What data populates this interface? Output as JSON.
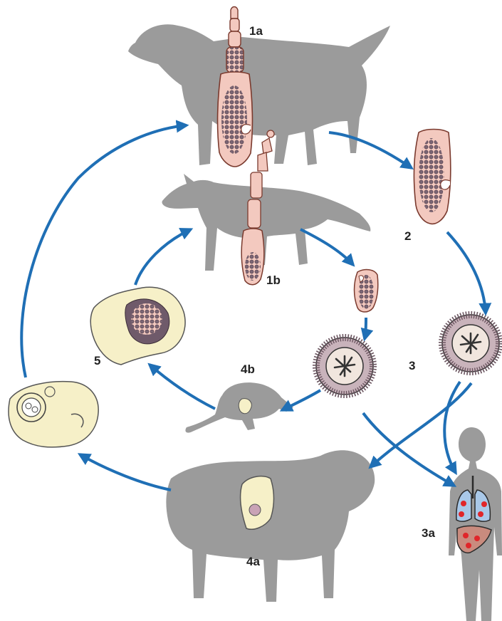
{
  "labels": {
    "dog_worm": "1a",
    "fox_worm": "1b",
    "proglottid": "2",
    "egg": "3",
    "human": "3a",
    "sheep": "4a",
    "rodent": "4b",
    "cyst": "5"
  },
  "colors": {
    "arrow": "#1f6fb5",
    "silhouette": "#9b9b9b",
    "worm_fill": "#f3c9bf",
    "worm_outline": "#7a3a2e",
    "egg_dot": "#6f5a6a",
    "organ_fill": "#f6f0c8",
    "lesion": "#e0262a",
    "lung_fill": "#a9c8e8",
    "liver_fill": "#c98b7e"
  },
  "icons": {
    "dog": "dog-silhouette-icon",
    "fox": "fox-silhouette-icon",
    "sheep": "sheep-silhouette-icon",
    "human": "human-silhouette-icon",
    "rodent": "mouse-silhouette-icon",
    "egg": "tapeworm-egg-icon",
    "cyst": "hydatid-cyst-icon"
  }
}
